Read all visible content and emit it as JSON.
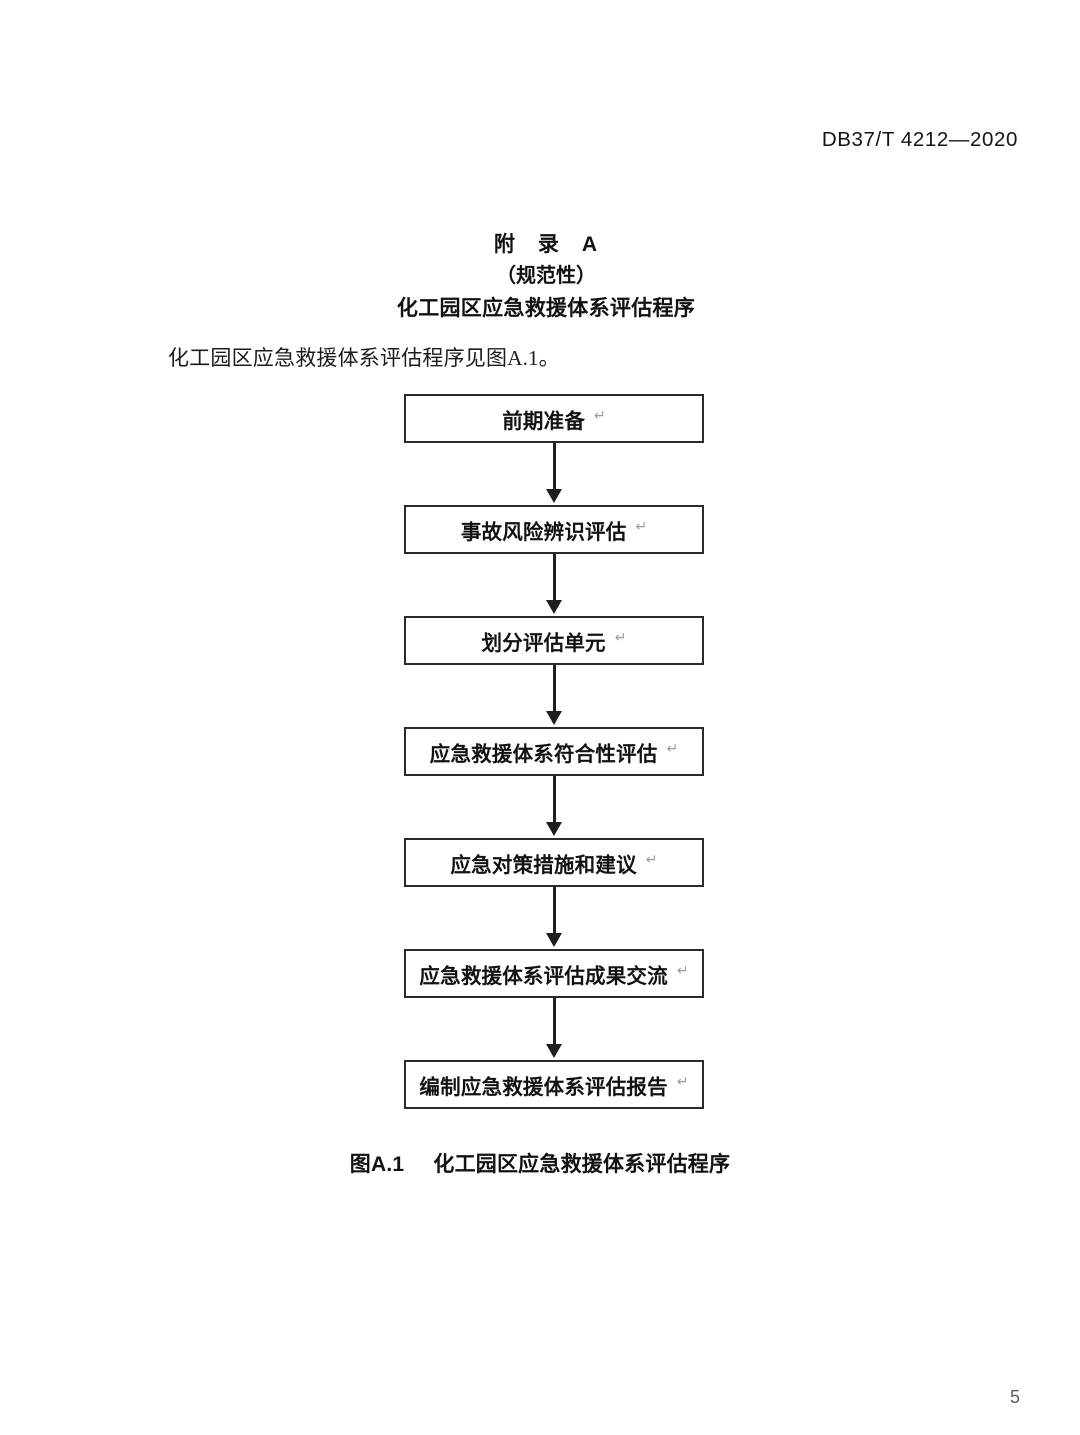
{
  "page": {
    "header_standard_id": "DB37/T 4212—2020",
    "page_number": "5",
    "background_color": "#ffffff",
    "text_color": "#1a1a1a"
  },
  "annex": {
    "label": "附　录　A",
    "normative": "（规范性）",
    "heading": "化工园区应急救援体系评估程序"
  },
  "body": {
    "paragraph": "化工园区应急救援体系评估程序见图A.1。"
  },
  "flowchart": {
    "return_glyph": "↵",
    "node_border_color": "#2b2b2b",
    "arrow_color": "#1f1f1f",
    "nodes": [
      {
        "label": "前期准备"
      },
      {
        "label": "事故风险辨识评估"
      },
      {
        "label": "划分评估单元"
      },
      {
        "label": "应急救援体系符合性评估"
      },
      {
        "label": "应急对策措施和建议"
      },
      {
        "label": "应急救援体系评估成果交流"
      },
      {
        "label": "编制应急救援体系评估报告"
      }
    ]
  },
  "figure": {
    "caption_number": "图A.1",
    "caption_title": "化工园区应急救援体系评估程序"
  }
}
